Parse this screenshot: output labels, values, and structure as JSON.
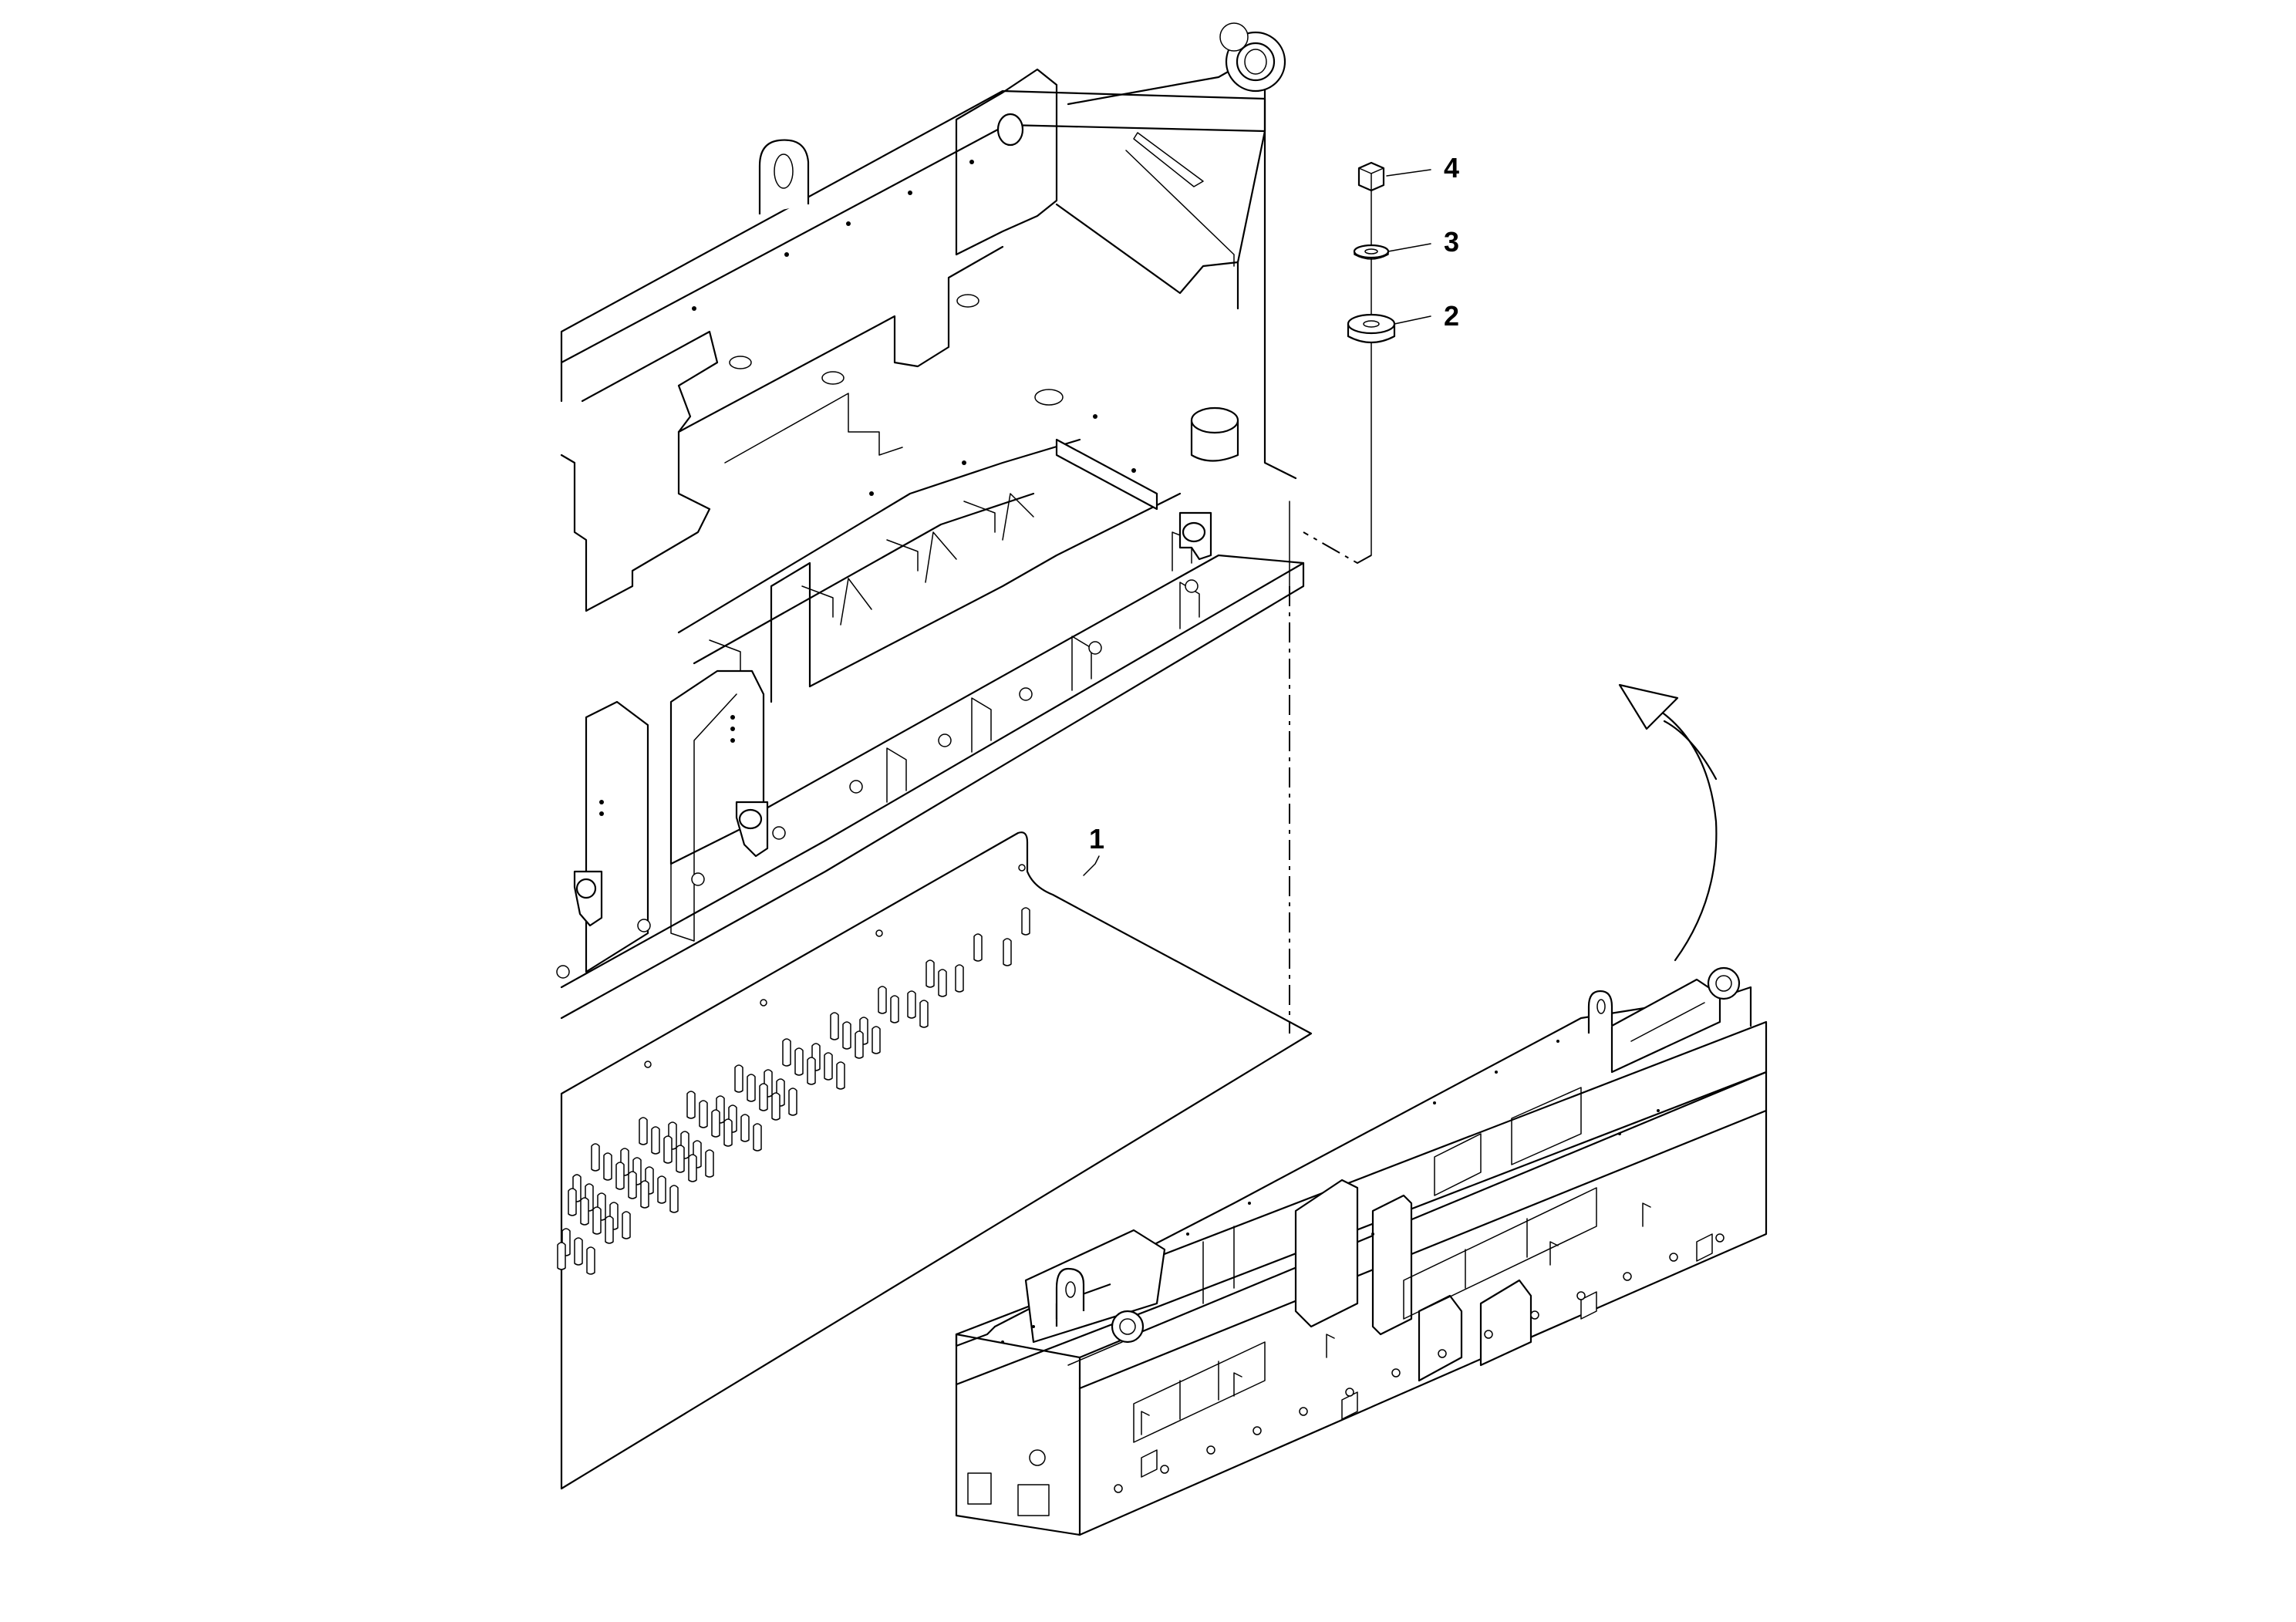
{
  "callouts": {
    "c1": "1",
    "c2": "2",
    "c3": "3",
    "c4": "4"
  },
  "parts": {
    "p1": "plate",
    "p2": "spacer",
    "p3": "washer",
    "p4": "nut"
  },
  "colors": {
    "line": "#000000",
    "background": "#ffffff"
  }
}
